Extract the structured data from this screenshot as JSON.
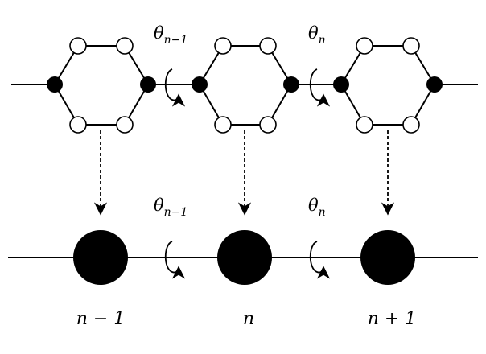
{
  "top_row": {
    "rotation_labels": [
      {
        "symbol": "θ",
        "subscript": "n−1"
      },
      {
        "symbol": "θ",
        "subscript": "n"
      }
    ]
  },
  "bottom_row": {
    "rotation_labels": [
      {
        "symbol": "θ",
        "subscript": "n−1"
      },
      {
        "symbol": "θ",
        "subscript": "n"
      }
    ],
    "site_labels": [
      "n − 1",
      "n",
      "n + 1"
    ]
  }
}
